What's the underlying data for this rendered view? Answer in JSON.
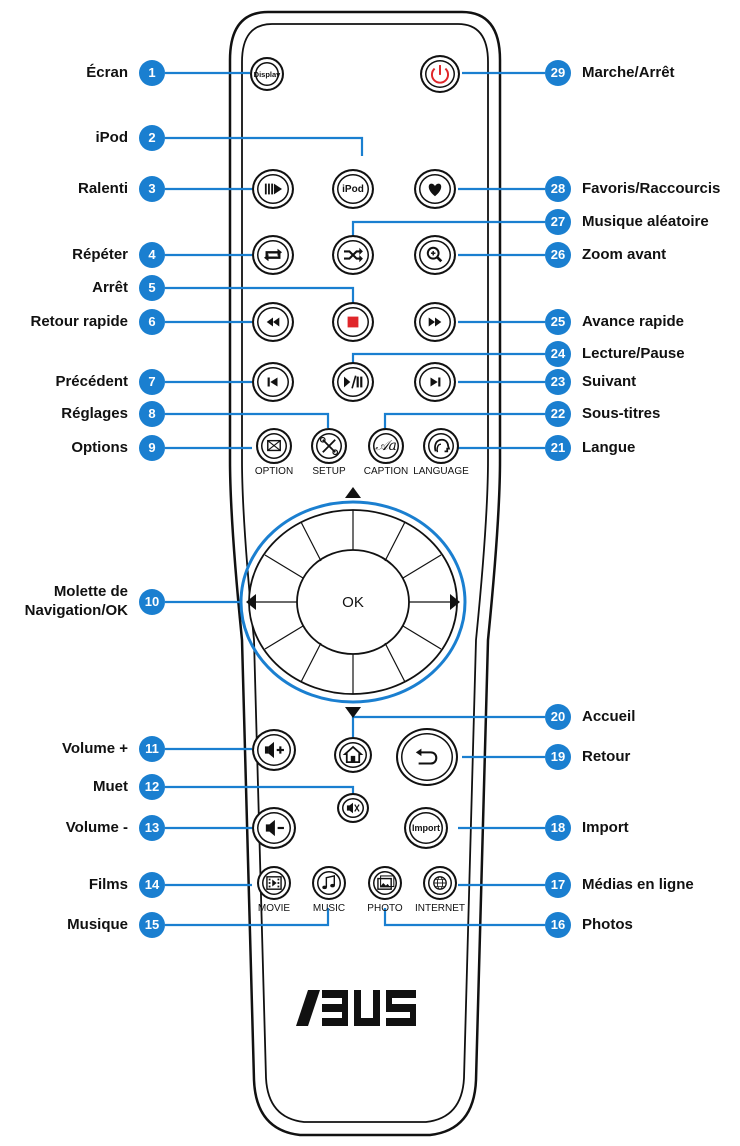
{
  "labels": {
    "l1": "Écran",
    "l2": "iPod",
    "l3": "Ralenti",
    "l4": "Répéter",
    "l5": "Arrêt",
    "l6": "Retour rapide",
    "l7": "Précédent",
    "l8": "Réglages",
    "l9": "Options",
    "l10a": "Molette de",
    "l10b": "Navigation/OK",
    "l11": "Volume +",
    "l12": "Muet",
    "l13": "Volume -",
    "l14": "Films",
    "l15": "Musique",
    "l16": "Photos",
    "l17": "Médias en ligne",
    "l18": "Import",
    "l19": "Retour",
    "l20": "Accueil",
    "l21": "Langue",
    "l22": "Sous-titres",
    "l23": "Suivant",
    "l24": "Lecture/Pause",
    "l25": "Avance rapide",
    "l26": "Zoom avant",
    "l27": "Musique aléatoire",
    "l28": "Favoris/Raccourcis",
    "l29": "Marche/Arrêt"
  },
  "badges": {
    "b1": "1",
    "b2": "2",
    "b3": "3",
    "b4": "4",
    "b5": "5",
    "b6": "6",
    "b7": "7",
    "b8": "8",
    "b9": "9",
    "b10": "10",
    "b11": "11",
    "b12": "12",
    "b13": "13",
    "b14": "14",
    "b15": "15",
    "b16": "16",
    "b17": "17",
    "b18": "18",
    "b19": "19",
    "b20": "20",
    "b21": "21",
    "b22": "22",
    "b23": "23",
    "b24": "24",
    "b25": "25",
    "b26": "26",
    "b27": "27",
    "b28": "28",
    "b29": "29"
  },
  "button_text": {
    "display": "Display",
    "ipod": "iPod",
    "import": "Import",
    "ok": "OK",
    "caption_glyph": "𝒜a"
  },
  "sub_labels": {
    "option": "OPTION",
    "setup": "SETUP",
    "caption": "CAPTION",
    "language": "LANGUAGE",
    "movie": "MOVIE",
    "music": "MUSIC",
    "photo": "PHOTO",
    "internet": "INTERNET"
  },
  "logo": "/ISUS",
  "colors": {
    "badge": "#1a7fd0",
    "leader": "#1a7fd0",
    "wheel_ring": "#1a7fd0",
    "power": "#e0262a",
    "stop": "#e0262a",
    "outline": "#111111"
  }
}
